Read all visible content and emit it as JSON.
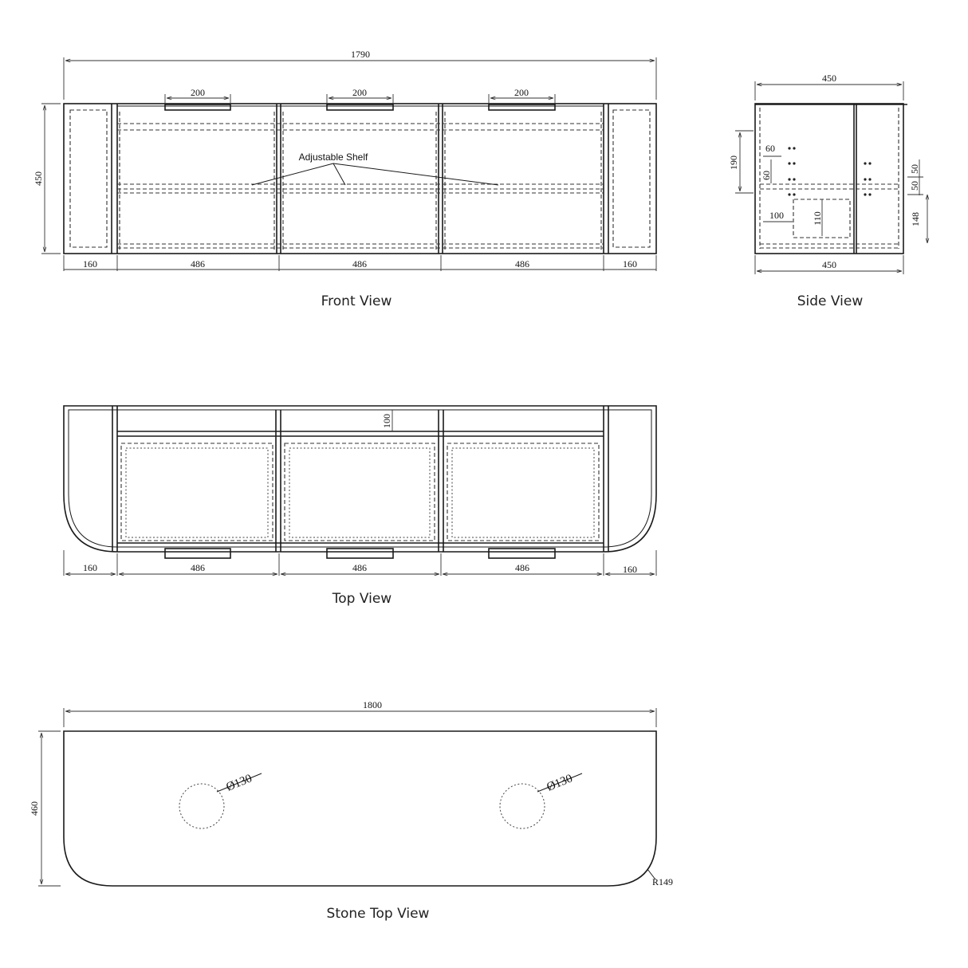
{
  "front_view": {
    "title": "Front View",
    "overall_width": "1790",
    "height": "450",
    "handle_widths": [
      "200",
      "200",
      "200"
    ],
    "shelf_label": "Adjustable Shelf",
    "segments": [
      "160",
      "486",
      "486",
      "486",
      "160"
    ]
  },
  "side_view": {
    "title": "Side View",
    "top_width": "450",
    "bottom_width": "450",
    "dim_190": "190",
    "dim_60a": "60",
    "dim_60b": "60",
    "dim_100": "100",
    "dim_110": "110",
    "dim_50a": "50",
    "dim_50b": "50",
    "dim_148": "148"
  },
  "top_view": {
    "title": "Top View",
    "depth_label": "100",
    "segments": [
      "160",
      "486",
      "486",
      "486",
      "160"
    ]
  },
  "stone_top_view": {
    "title": "Stone Top View",
    "overall_width": "1800",
    "depth": "460",
    "hole_left": "Ø130",
    "hole_right": "Ø130",
    "radius": "R149"
  }
}
